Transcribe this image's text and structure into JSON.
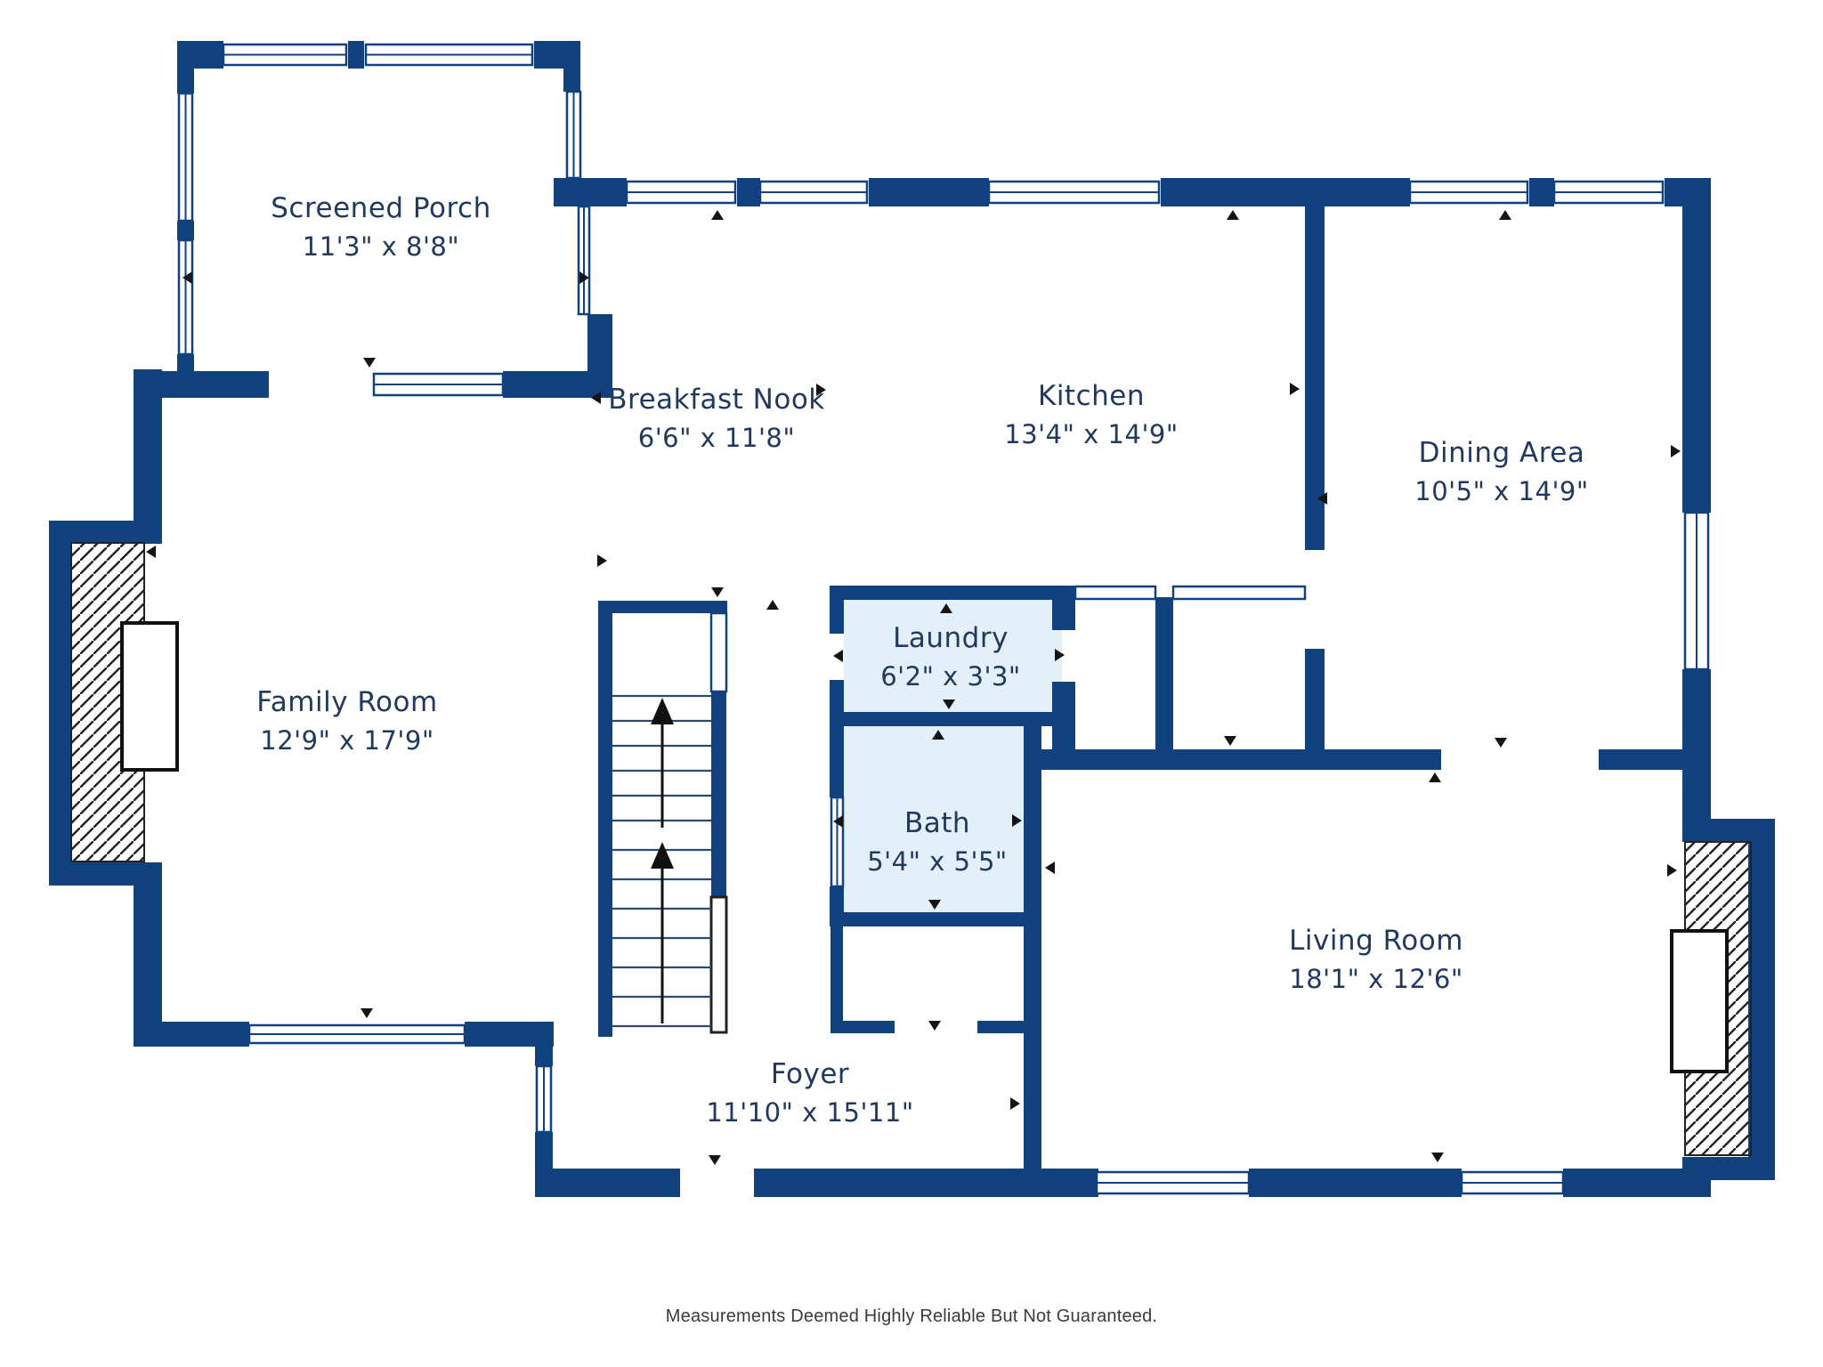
{
  "colors": {
    "wall_navy": "#11417f",
    "label_navy": "#21395f",
    "highlight_room_fill": "#e3f0fa",
    "marker_black": "#151515",
    "footer_gray": "#3a3a3a"
  },
  "rooms": [
    {
      "id": "screened-porch",
      "name": "Screened Porch",
      "dims": "11'3\" x 8'8\""
    },
    {
      "id": "breakfast-nook",
      "name": "Breakfast Nook",
      "dims": "6'6\" x 11'8\""
    },
    {
      "id": "kitchen",
      "name": "Kitchen",
      "dims": "13'4\" x 14'9\""
    },
    {
      "id": "dining-area",
      "name": "Dining Area",
      "dims": "10'5\" x 14'9\""
    },
    {
      "id": "family-room",
      "name": "Family Room",
      "dims": "12'9\" x 17'9\""
    },
    {
      "id": "laundry",
      "name": "Laundry",
      "dims": "6'2\" x 3'3\""
    },
    {
      "id": "bath",
      "name": "Bath",
      "dims": "5'4\" x 5'5\""
    },
    {
      "id": "living-room",
      "name": "Living Room",
      "dims": "18'1\" x 12'6\""
    },
    {
      "id": "foyer",
      "name": "Foyer",
      "dims": "11'10\" x 15'11\""
    }
  ],
  "footer": {
    "disclaimer": "Measurements Deemed Highly Reliable But Not Guaranteed."
  }
}
